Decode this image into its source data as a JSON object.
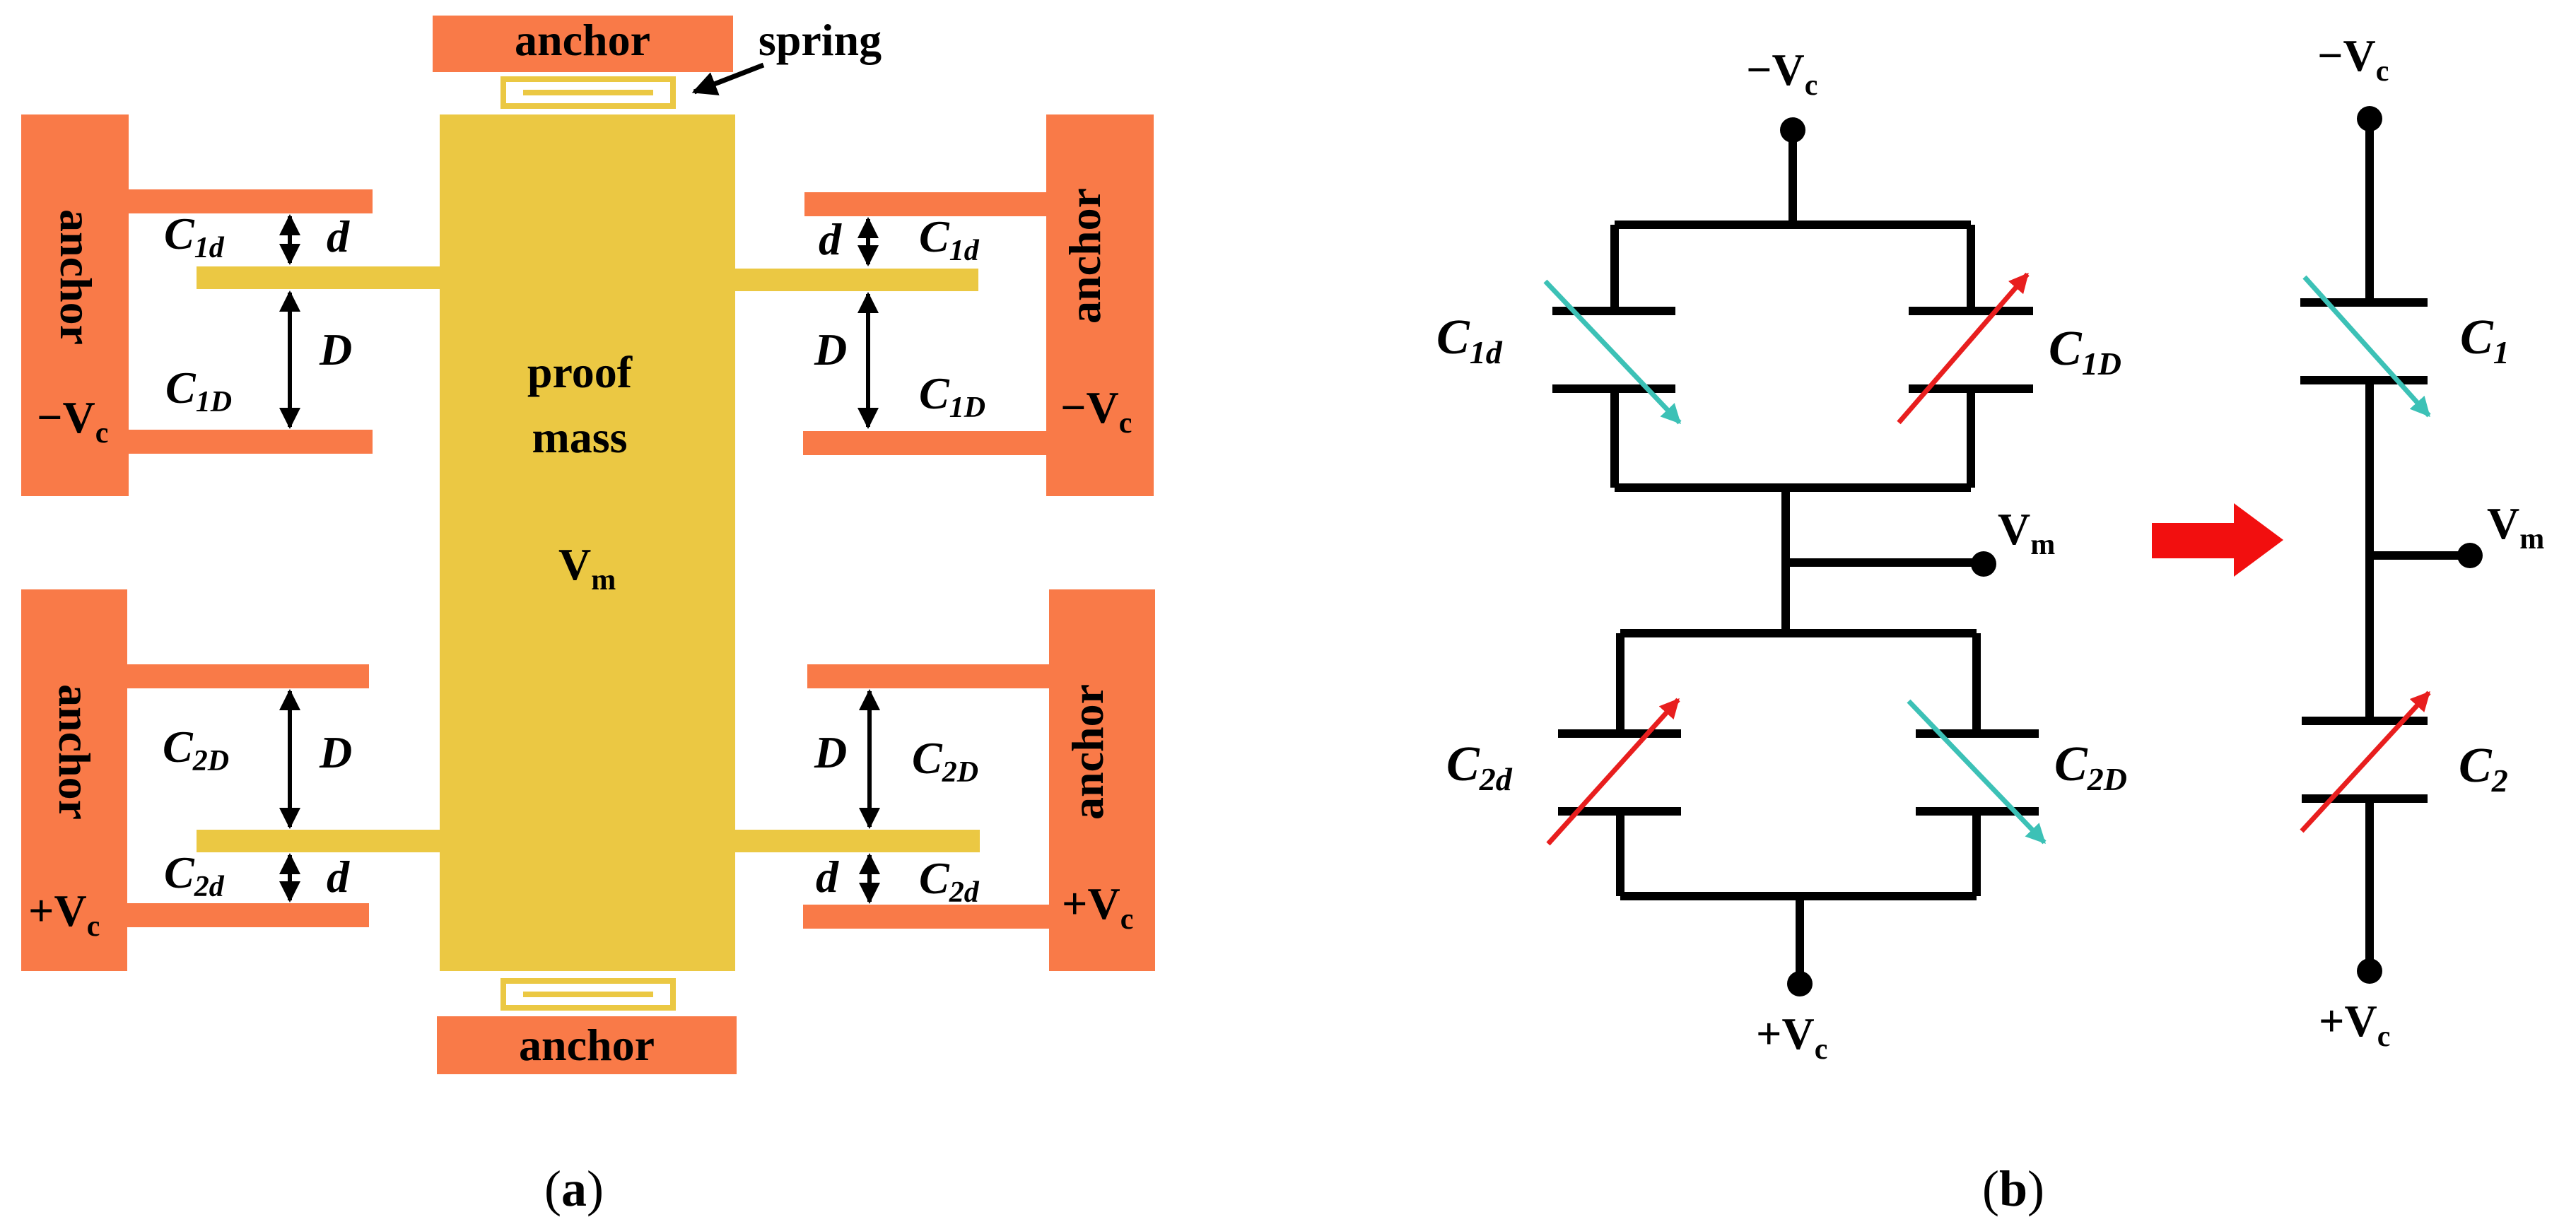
{
  "colors": {
    "anchor": "#F97A48",
    "proof_mass": "#EBC843",
    "spring": "#EBC843",
    "wire": "#000000",
    "arrow_teal": "#3CC1B6",
    "arrow_red": "#E81E1E",
    "transform_arrow": "#F20F0F"
  },
  "panel_a": {
    "caption_open": "(",
    "caption_letter": "a",
    "caption_close": ")",
    "anchor_label": "anchor",
    "spring_label": "spring",
    "proof_mass_line1": "proof",
    "proof_mass_line2": "mass",
    "vm_main": "V",
    "vm_sub": "m",
    "neg_vc_main": "−V",
    "pos_vc_main": "+V",
    "vc_sub": "c",
    "gap_small": "d",
    "gap_large": "D",
    "c_main": "C",
    "c1d_sub": "1d",
    "c1D_sub": "1D",
    "c2d_sub": "2d",
    "c2D_sub": "2D"
  },
  "panel_b": {
    "caption_open": "(",
    "caption_letter": "b",
    "caption_close": ")",
    "neg_vc_main": "−V",
    "pos_vc_main": "+V",
    "vc_sub": "c",
    "vm_main": "V",
    "vm_sub": "m",
    "c_main": "C",
    "c1d_sub": "1d",
    "c1D_sub": "1D",
    "c2d_sub": "2d",
    "c2D_sub": "2D",
    "c1_sub": "1",
    "c2_sub": "2"
  }
}
